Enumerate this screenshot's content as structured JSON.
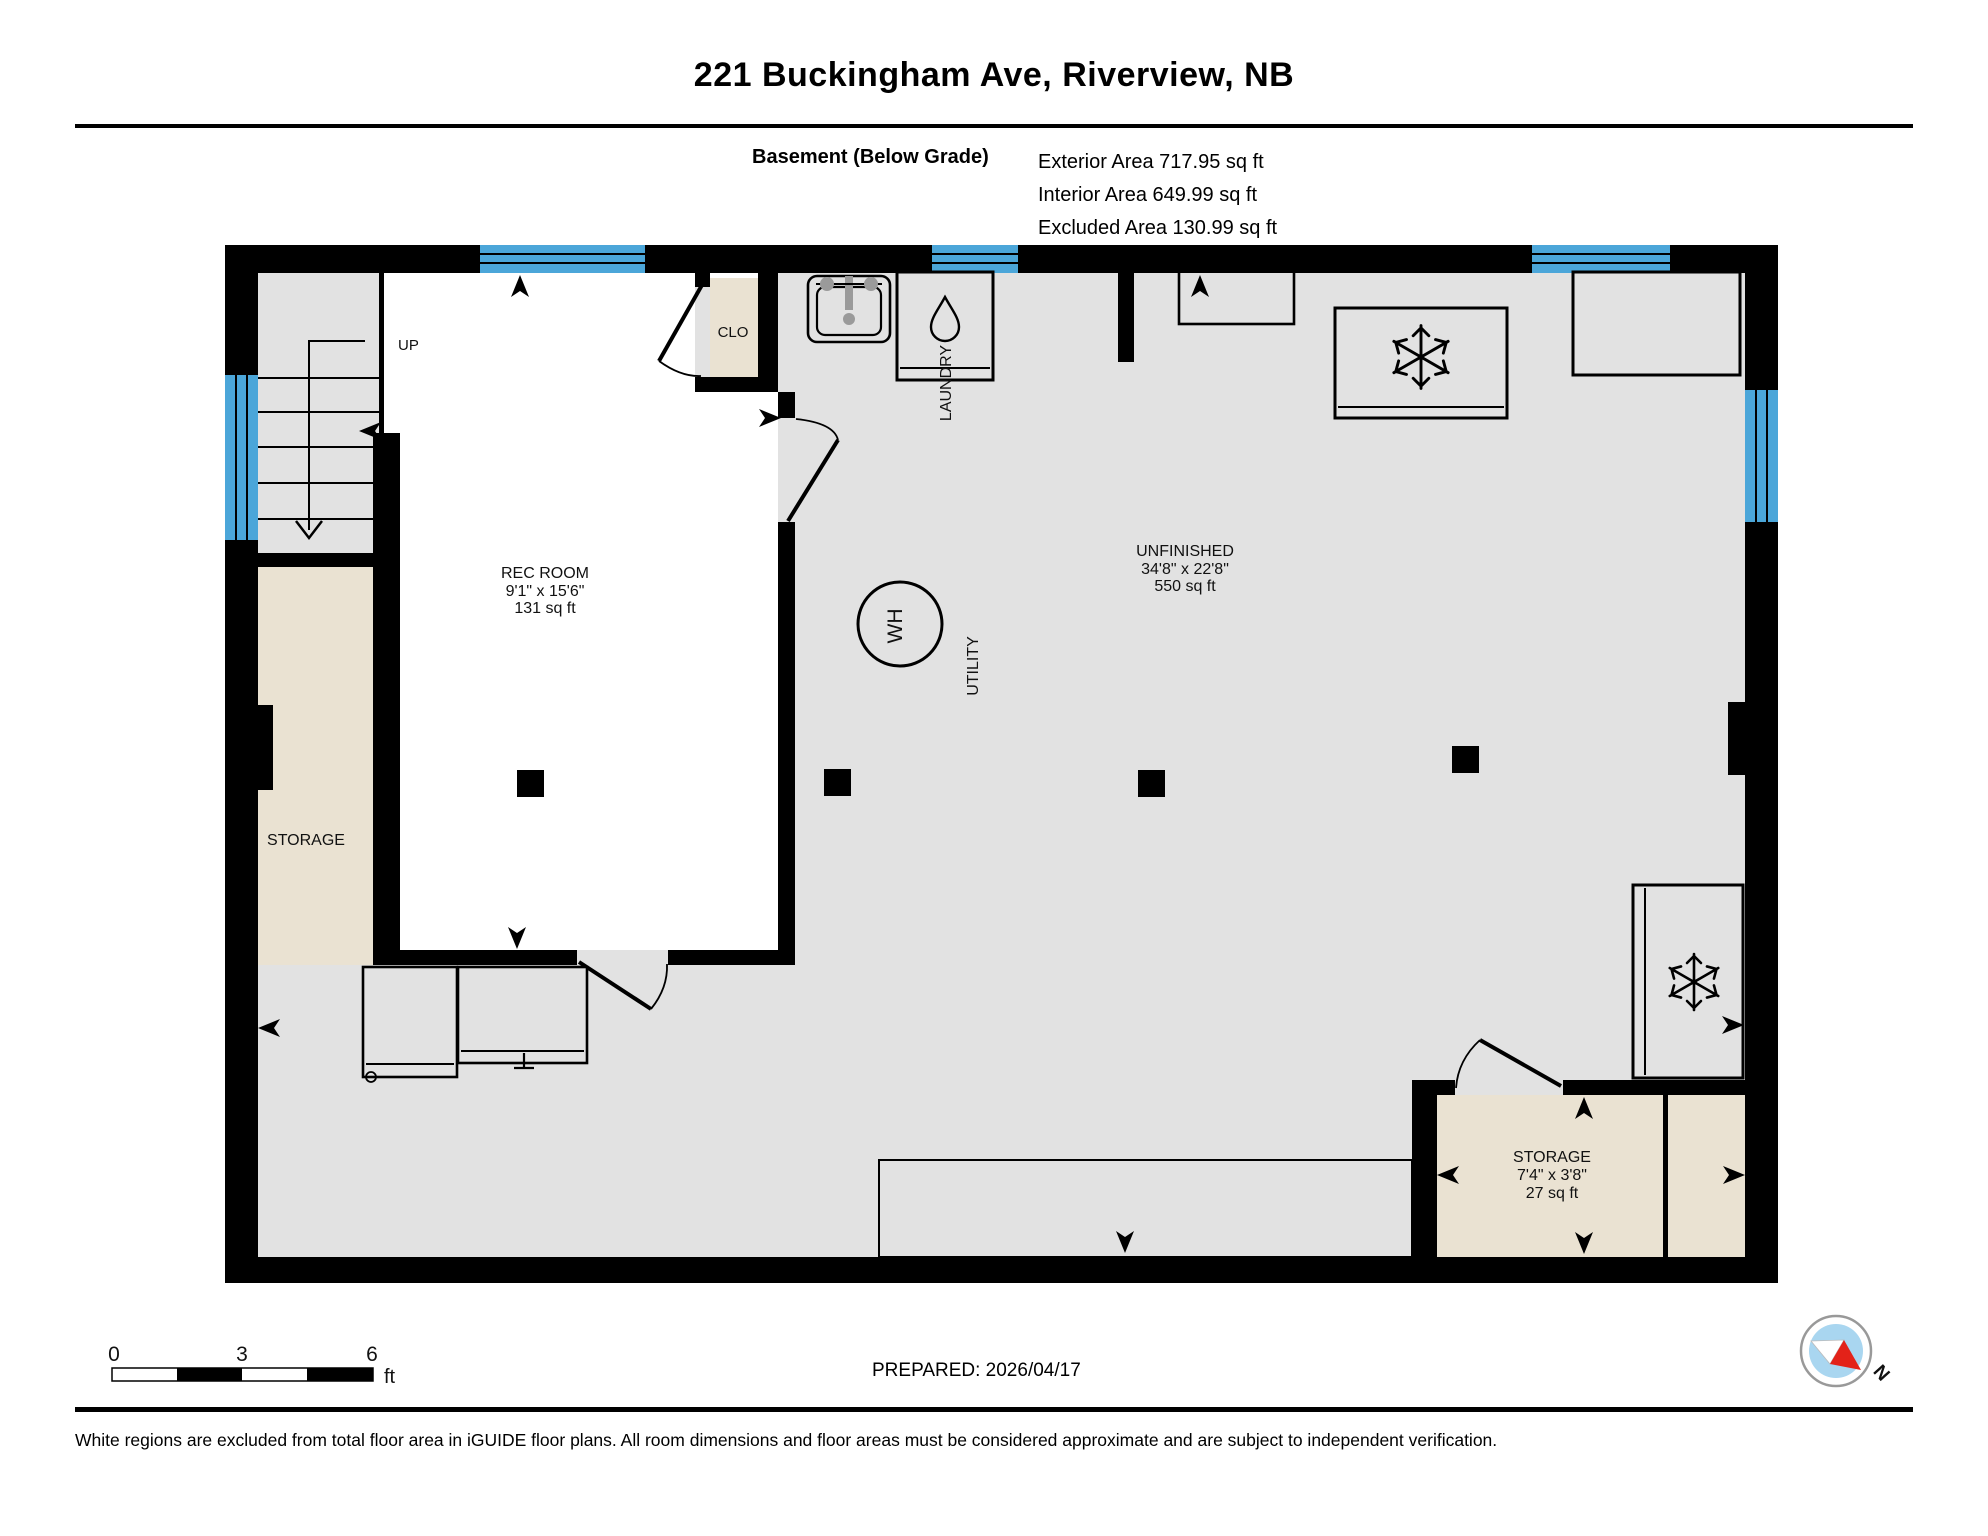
{
  "header": {
    "title": "221 Buckingham Ave, Riverview, NB",
    "floor_label": "Basement (Below Grade)",
    "area_lines": [
      "Exterior Area 717.95 sq ft",
      "Interior Area 649.99 sq ft",
      "Excluded Area 130.99 sq ft"
    ]
  },
  "rooms": {
    "rec_room": {
      "name": "REC ROOM",
      "dims": "9'1\" x 15'6\"",
      "area": "131 sq ft"
    },
    "unfinished": {
      "name": "UNFINISHED",
      "dims": "34'8\" x 22'8\"",
      "area": "550 sq ft"
    },
    "storage_left": {
      "name": "STORAGE"
    },
    "storage_right": {
      "name": "STORAGE",
      "dims": "7'4\" x 3'8\"",
      "area": "27 sq ft"
    },
    "closet": {
      "name": "CLO"
    },
    "laundry": {
      "name": "LAUNDRY"
    },
    "utility": {
      "name": "UTILITY"
    },
    "water_heater": {
      "name": "WH"
    },
    "stairs": {
      "direction_label": "UP"
    }
  },
  "footer": {
    "scale_bar": {
      "ticks": [
        "0",
        "3",
        "6"
      ],
      "unit": "ft"
    },
    "prepared": "PREPARED: 2026/04/17",
    "compass": {
      "north_label": "N"
    },
    "disclaimer": "White regions are excluded from total floor area in iGUIDE floor plans. All room dimensions and floor areas must be considered approximate and are subject to independent verification."
  },
  "colors": {
    "wall": "#000000",
    "floor": "#e2e2e2",
    "excluded_region": "#ffffff",
    "storage_fill": "#eae2d2",
    "window": "#4ba6d9",
    "compass_red": "#e32219",
    "compass_blue": "#a9d6f0"
  }
}
